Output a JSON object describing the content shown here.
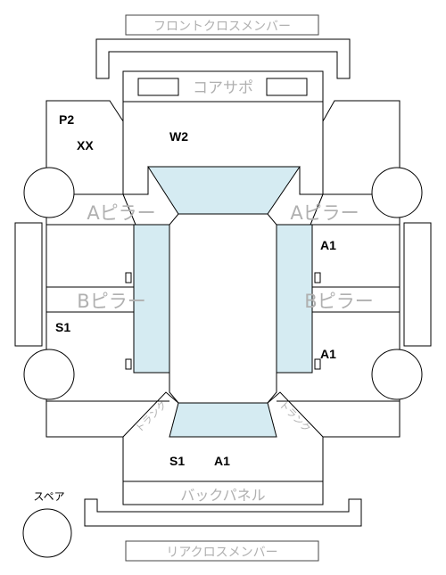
{
  "labels": {
    "front_cross_member": "フロントクロスメンバー",
    "core_support": "コアサポ",
    "pillar_a_left": "Aピラー",
    "pillar_a_right": "Aピラー",
    "pillar_b_left": "Bピラー",
    "pillar_b_right": "Bピラー",
    "back_panel": "バックパネル",
    "spare": "スペア",
    "rear_cross_member": "リアクロスメンバー",
    "trunk_left": "トランク",
    "trunk_right": "トランク"
  },
  "damage_codes": {
    "front_left_panel_top": "P2",
    "front_left_panel_bottom": "XX",
    "hood": "W2",
    "right_front_door": "A1",
    "left_rear_door": "S1",
    "right_rear_door": "A1",
    "trunk_left_code": "S1",
    "trunk_right_code": "A1"
  },
  "colors": {
    "glass": "#d5ebf2",
    "outline": "#000000",
    "label_gray": "#b0b0b0"
  }
}
